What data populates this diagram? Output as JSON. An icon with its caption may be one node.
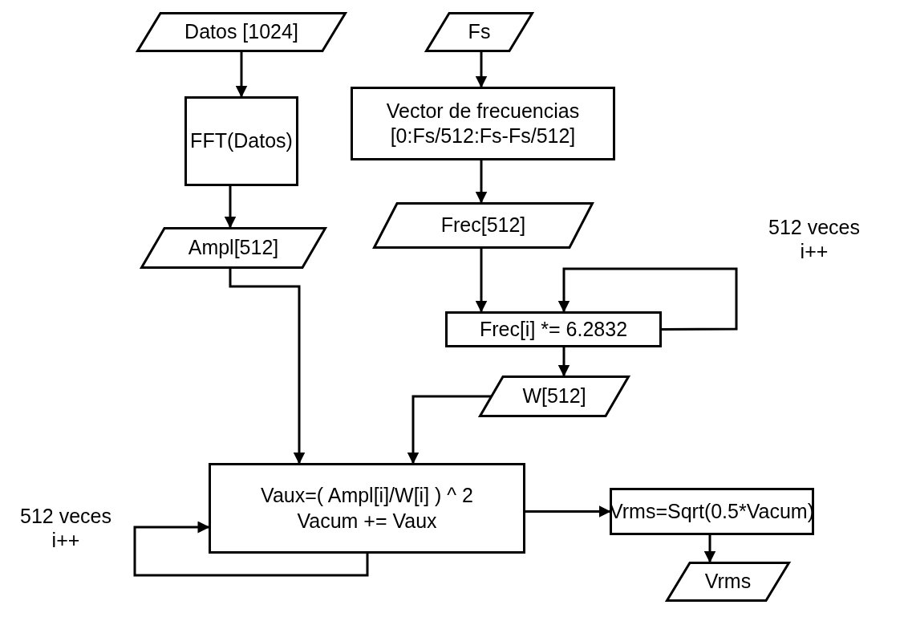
{
  "diagram": {
    "nodes": [
      {
        "text": [
          "Datos [1024]"
        ]
      },
      {
        "text": [
          "FFT(Datos)"
        ]
      },
      {
        "text": [
          "Ampl[512]"
        ]
      },
      {
        "text": [
          "Fs"
        ]
      },
      {
        "text": [
          "Vector de frecuencias [0:Fs/512:Fs-Fs/512]"
        ]
      },
      {
        "text": [
          "Frec[512]"
        ]
      },
      {
        "text": [
          "Frec[i] *= 6.2832"
        ]
      },
      {
        "text": [
          "W[512]"
        ]
      },
      {
        "text": [
          "Vaux=( Ampl[i]/W[i] ) ^ 2",
          "Vacum += Vaux"
        ]
      },
      {
        "text": [
          "Vrms=Sqrt(0.5*Vacum)"
        ]
      },
      {
        "text": [
          "Vrms"
        ]
      }
    ],
    "edges": [
      {
        "from": 0,
        "to": 1,
        "arrow": "to"
      },
      {
        "from": 1,
        "to": 2,
        "arrow": "to"
      },
      {
        "from": 3,
        "to": 4,
        "arrow": "to"
      },
      {
        "from": 4,
        "to": 5,
        "arrow": "to"
      },
      {
        "from": 5,
        "to": 6,
        "arrow": "to"
      },
      {
        "from": 6,
        "to": 6,
        "arrow": "to",
        "label": "512 veces i++"
      },
      {
        "from": 6,
        "to": 7,
        "arrow": "to"
      },
      {
        "from": 2,
        "to": 8,
        "arrow": "to"
      },
      {
        "from": 7,
        "to": 8,
        "arrow": "to"
      },
      {
        "from": 8,
        "to": 8,
        "arrow": "to",
        "label": "512 veces i++"
      },
      {
        "from": 8,
        "to": 9,
        "arrow": "to"
      },
      {
        "from": 9,
        "to": 10,
        "arrow": "to"
      }
    ]
  }
}
